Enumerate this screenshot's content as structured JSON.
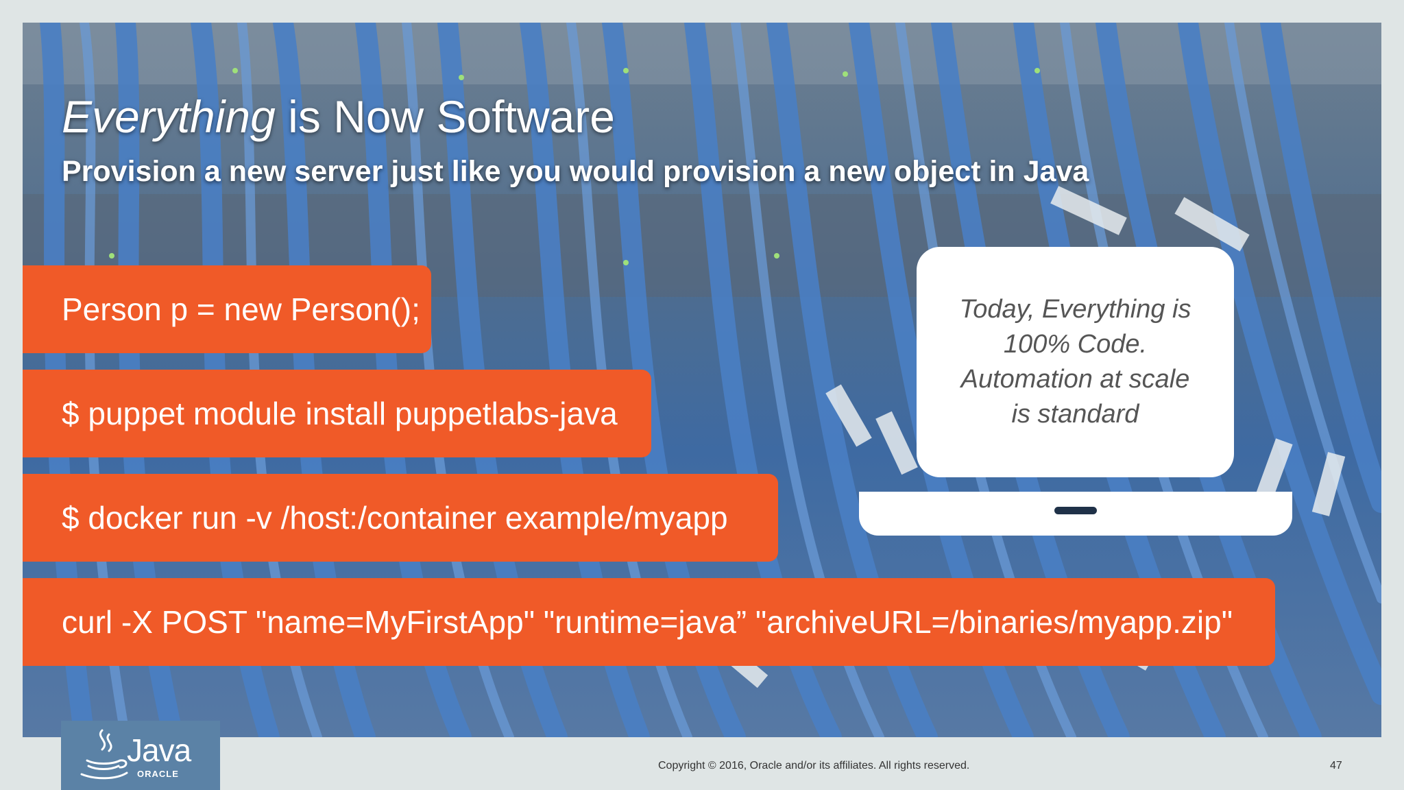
{
  "slide": {
    "title_italic": "Everything",
    "title_rest": " is Now Software",
    "subtitle": "Provision a new server just like you would provision a new object in Java"
  },
  "commands": [
    "Person p = new Person();",
    "$ puppet module install puppetlabs-java",
    "$ docker run -v /host:/container example/myapp",
    "curl -X POST \"name=MyFirstApp\" \"runtime=java” \"archiveURL=/binaries/myapp.zip\""
  ],
  "callout": {
    "line1": "Today, Everything is",
    "line2": "100% Code.",
    "line3": "Automation at scale",
    "line4": "is standard"
  },
  "logo": {
    "java_text": "Java",
    "oracle_text": "ORACLE"
  },
  "footer": {
    "copyright": "Copyright © 2016, Oracle and/or its affiliates. All rights reserved.",
    "page_number": "47"
  },
  "colors": {
    "command_bar": "#f05a28",
    "logo_background": "#5b82a6",
    "callout_background": "#ffffff"
  }
}
